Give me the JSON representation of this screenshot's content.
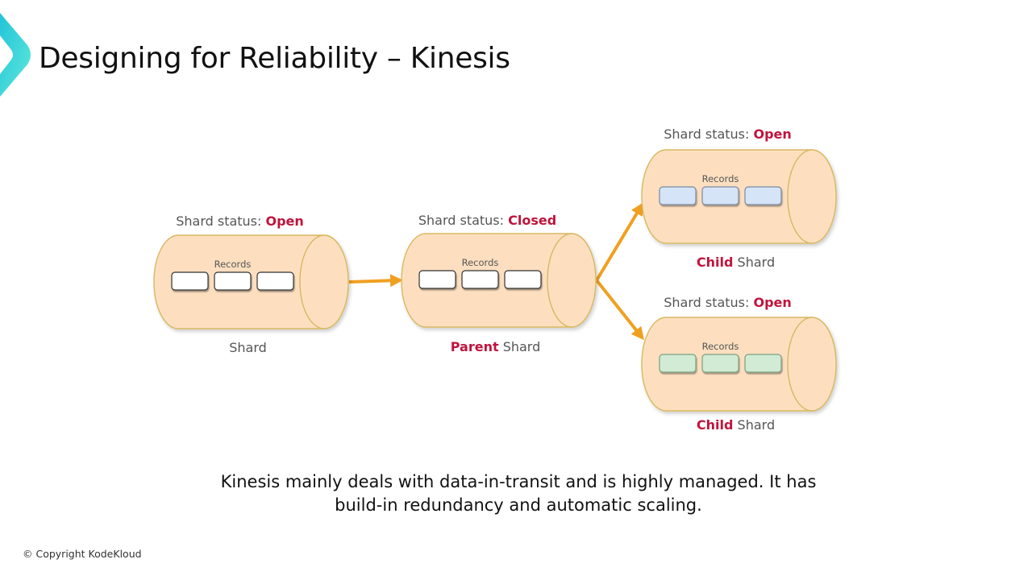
{
  "slide": {
    "title": "Designing for Reliability – Kinesis",
    "description_line1": "Kinesis mainly deals with data-in-transit and is highly managed.  It has",
    "description_line2": "build-in redundancy and automatic scaling.",
    "copyright": "© Copyright KodeKloud",
    "logo_icon": "chevron-right-icon"
  },
  "colors": {
    "accent_red": "#c0143c",
    "arrow_orange": "#f0a020",
    "cylinder_fill": "#fddfc0",
    "cylinder_stroke": "#d8b860",
    "logo_teal": "#3fd5da",
    "record_white": "#ffffff",
    "record_blue": "#d6e4f8",
    "record_green": "#d2ebd4"
  },
  "diagram": {
    "status_prefix": "Shard status: ",
    "records_label": "Records",
    "shards": [
      {
        "id": "shard",
        "status": "Open",
        "caption_accent": "",
        "caption": "Shard",
        "record_color": "white",
        "record_count": 3
      },
      {
        "id": "parent-shard",
        "status": "Closed",
        "caption_accent": "Parent",
        "caption": " Shard",
        "record_color": "white",
        "record_count": 3
      },
      {
        "id": "child-shard-1",
        "status": "Open",
        "caption_accent": "Child",
        "caption": " Shard",
        "record_color": "blue",
        "record_count": 3
      },
      {
        "id": "child-shard-2",
        "status": "Open",
        "caption_accent": "Child",
        "caption": " Shard",
        "record_color": "green",
        "record_count": 3
      }
    ],
    "arrows": [
      {
        "from": "shard",
        "to": "parent-shard"
      },
      {
        "from": "parent-shard",
        "to": "child-shard-1"
      },
      {
        "from": "parent-shard",
        "to": "child-shard-2"
      }
    ]
  }
}
